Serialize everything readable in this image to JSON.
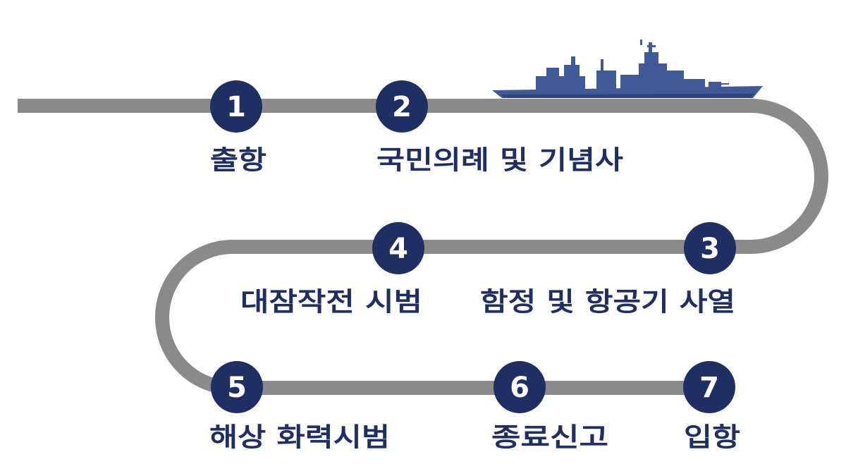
{
  "colors": {
    "track": "#8a8a8a",
    "marker": "#1f2f63",
    "marker_text": "#ffffff",
    "label": "#1f2f63",
    "ship": "#3f5a96",
    "ship_dark": "#2f4578"
  },
  "steps": [
    {
      "number": "1",
      "label": "출항"
    },
    {
      "number": "2",
      "label": "국민의례 및 기념사"
    },
    {
      "number": "3",
      "label": "함정 및 항공기 사열"
    },
    {
      "number": "4",
      "label": "대잠작전 시범"
    },
    {
      "number": "5",
      "label": "해상 화력시범"
    },
    {
      "number": "6",
      "label": "종료신고"
    },
    {
      "number": "7",
      "label": "입항"
    }
  ],
  "icons": {
    "ship": "warship-icon"
  }
}
